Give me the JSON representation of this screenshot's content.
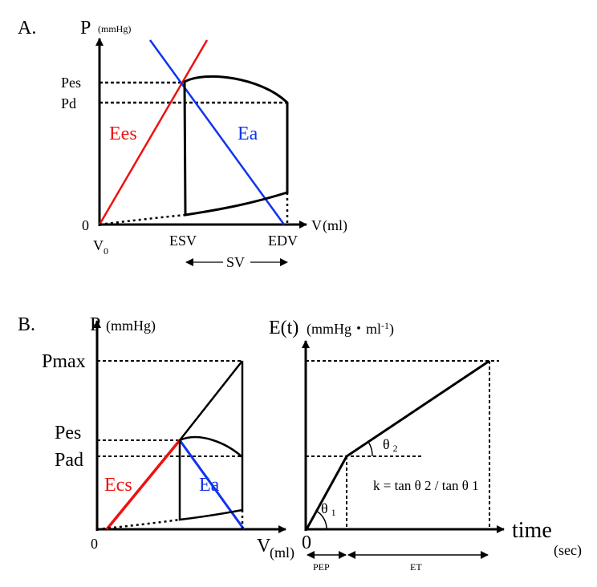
{
  "panel_a": {
    "label": "A.",
    "y_label": "P",
    "y_unit": "(mmHg)",
    "x_label": "V",
    "x_unit": "(ml)",
    "origin": "0",
    "v0_main": "V",
    "v0_sub": "0",
    "pes": "Pes",
    "pd": "Pd",
    "esv": "ESV",
    "edv": "EDV",
    "sv": "SV",
    "ees": "Ees",
    "ea": "Ea"
  },
  "panel_b": {
    "label": "B.",
    "y_label": "P",
    "y_unit": "(mmHg)",
    "x_label": "V",
    "x_unit": "(ml)",
    "origin": "0",
    "pmax": "Pmax",
    "pes": "Pes",
    "pad": "Pad",
    "ecs": "Ecs",
    "ea": "Ea"
  },
  "panel_c": {
    "y_label": "E(t)",
    "y_unit": "(mmHg・ml",
    "y_unit_sup": "-1",
    "y_unit_close": ")",
    "origin": "0",
    "x_label": "time",
    "x_unit": "(sec)",
    "theta1": "θ",
    "theta1_sub": "1",
    "theta2": "θ",
    "theta2_sub": "2",
    "formula": "k = tan θ 2 / tan θ 1",
    "pep": "PEP",
    "et": "ET"
  },
  "colors": {
    "elastance_line": "#ee1111",
    "arterial_line": "#1133ee",
    "ink": "#000000"
  }
}
